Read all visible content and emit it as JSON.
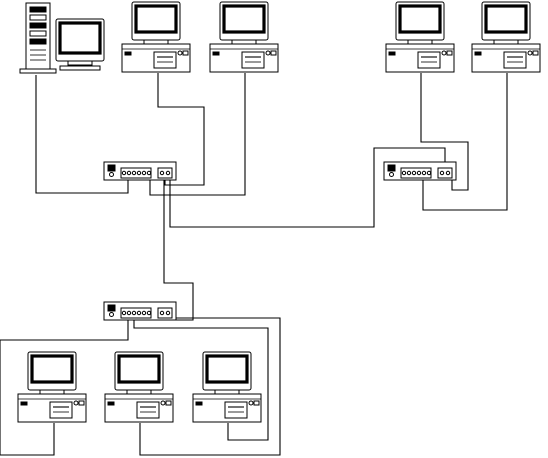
{
  "diagram": {
    "kind": "network-topology",
    "colors": {
      "line": "#000000",
      "background": "#ffffff"
    },
    "nodes": [
      {
        "id": "tower-workstation",
        "type": "tower-pc-with-monitor",
        "icon": "tower-computer-icon"
      },
      {
        "id": "pc-top-1",
        "type": "desktop-pc",
        "icon": "desktop-computer-icon"
      },
      {
        "id": "pc-top-2",
        "type": "desktop-pc",
        "icon": "desktop-computer-icon"
      },
      {
        "id": "pc-top-3",
        "type": "desktop-pc",
        "icon": "desktop-computer-icon"
      },
      {
        "id": "pc-top-4",
        "type": "desktop-pc",
        "icon": "desktop-computer-icon"
      },
      {
        "id": "pc-bottom-1",
        "type": "desktop-pc",
        "icon": "desktop-computer-icon"
      },
      {
        "id": "pc-bottom-2",
        "type": "desktop-pc",
        "icon": "desktop-computer-icon"
      },
      {
        "id": "pc-bottom-3",
        "type": "desktop-pc",
        "icon": "desktop-computer-icon"
      },
      {
        "id": "hub-1",
        "type": "network-hub",
        "icon": "hub-icon"
      },
      {
        "id": "hub-2",
        "type": "network-hub",
        "icon": "hub-icon"
      },
      {
        "id": "hub-3",
        "type": "network-hub",
        "icon": "hub-icon"
      }
    ],
    "links": [
      {
        "from": "tower-workstation",
        "to": "hub-1"
      },
      {
        "from": "pc-top-1",
        "to": "hub-1"
      },
      {
        "from": "pc-top-2",
        "to": "hub-1"
      },
      {
        "from": "pc-top-3",
        "to": "hub-2"
      },
      {
        "from": "pc-top-4",
        "to": "hub-2"
      },
      {
        "from": "hub-1",
        "to": "hub-2"
      },
      {
        "from": "hub-1",
        "to": "hub-3"
      },
      {
        "from": "pc-bottom-1",
        "to": "hub-3"
      },
      {
        "from": "pc-bottom-2",
        "to": "hub-3"
      },
      {
        "from": "pc-bottom-3",
        "to": "hub-3"
      }
    ]
  }
}
